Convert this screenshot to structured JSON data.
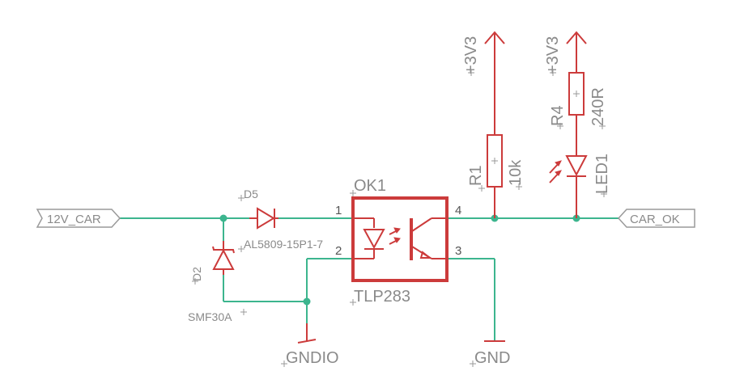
{
  "ports": {
    "input": "12V_CAR",
    "output": "CAR_OK"
  },
  "components": {
    "d5": {
      "ref": "D5",
      "value": "AL5809-15P1-7"
    },
    "d2": {
      "ref": "D2",
      "value": "SMF30A"
    },
    "ok1": {
      "ref": "OK1",
      "value": "TLP283",
      "pins": [
        "1",
        "2",
        "3",
        "4"
      ]
    },
    "r1": {
      "ref": "R1",
      "value": "10k"
    },
    "r4": {
      "ref": "R4",
      "value": "240R"
    },
    "led1": {
      "ref": "LED1"
    }
  },
  "supplies": {
    "vcc_r1": "+3V3",
    "vcc_r4": "+3V3",
    "gnd": "GND",
    "gndio": "GNDIO"
  },
  "colors": {
    "wire": "#3cb58e",
    "symbol": "#cc3b3b",
    "label": "#8a8a8a"
  }
}
